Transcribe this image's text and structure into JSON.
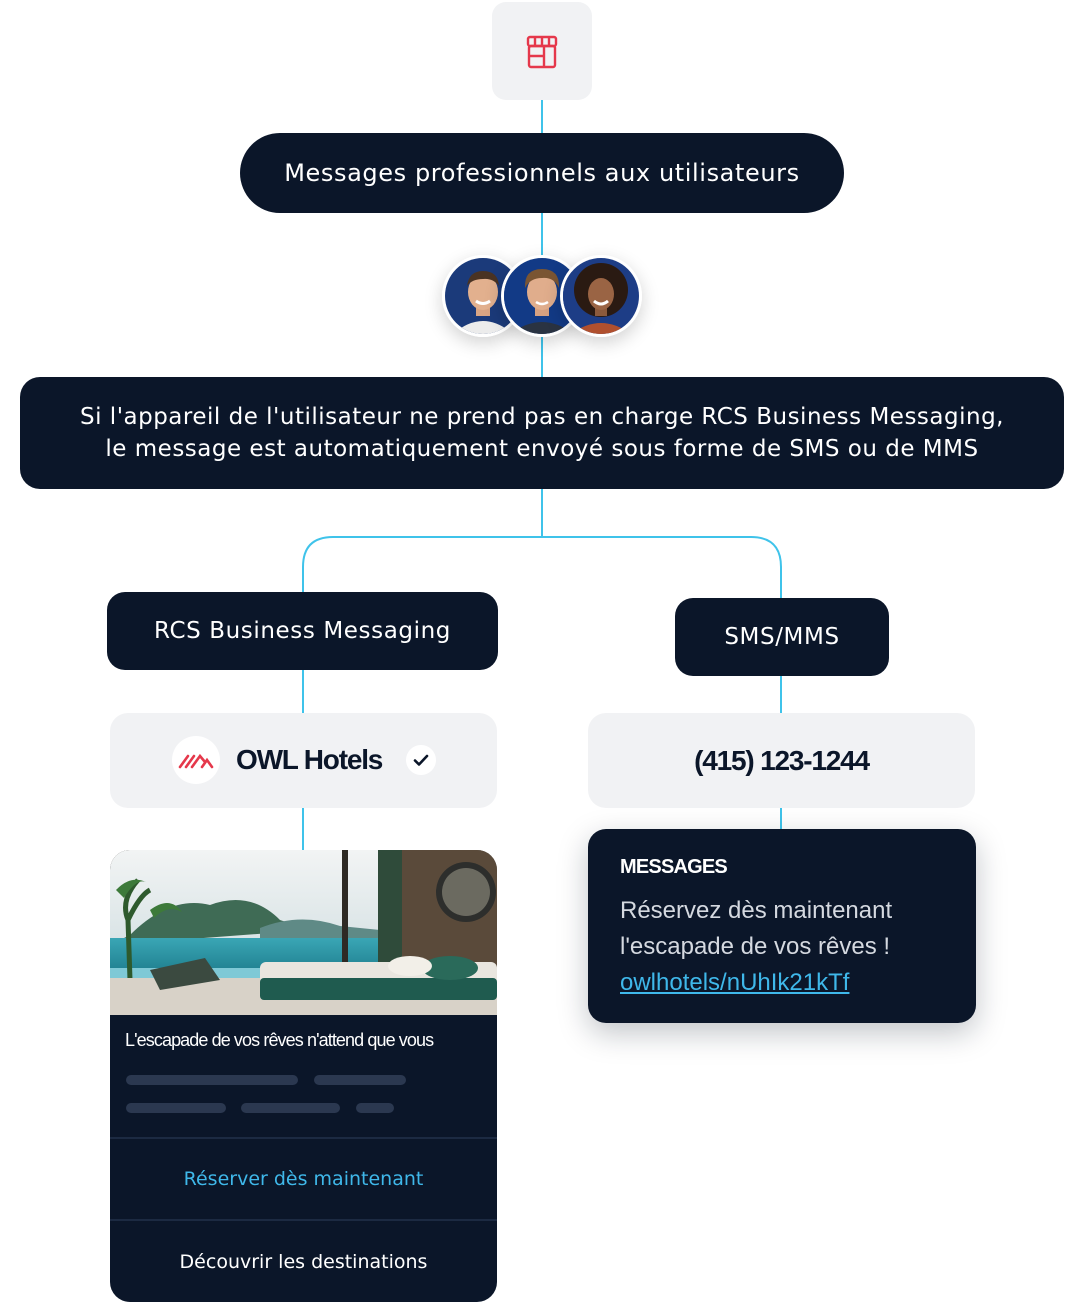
{
  "top_pill": {
    "label": "Messages professionnels aux utilisateurs"
  },
  "fallback": {
    "line1": "Si l'appareil de l'utilisateur ne prend pas en charge RCS Business Messaging,",
    "line2": "le message est automatiquement envoyé sous forme de SMS ou de MMS"
  },
  "branches": {
    "rcs": {
      "label": "RCS Business Messaging"
    },
    "sms": {
      "label": "SMS/MMS"
    }
  },
  "rcs_sender": {
    "name": "OWL Hotels",
    "logo_icon": "owl-hotels-logo",
    "verified_icon": "verified-check-icon"
  },
  "sms_sender": {
    "phone": "(415) 123-1244"
  },
  "rich_card": {
    "title": "L'escapade de vos rêves n'attend que vous",
    "actions": [
      "Réserver dès maintenant",
      "Découvrir les destinations"
    ]
  },
  "sms_message": {
    "label": "MESSAGES",
    "text_line1": "Réservez dès maintenant",
    "text_line2": "l'escapade de vos rêves !",
    "link": "owlhotels/nUhIk21kTf"
  },
  "colors": {
    "navy": "#0b1629",
    "connector": "#3fc3ea",
    "link": "#3fb8ea",
    "brand_red": "#e5384b",
    "light_card": "#f1f2f4"
  },
  "icons": [
    "storefront-icon",
    "user-avatar-1",
    "user-avatar-2",
    "user-avatar-3",
    "owl-hotels-logo",
    "verified-check-icon"
  ]
}
